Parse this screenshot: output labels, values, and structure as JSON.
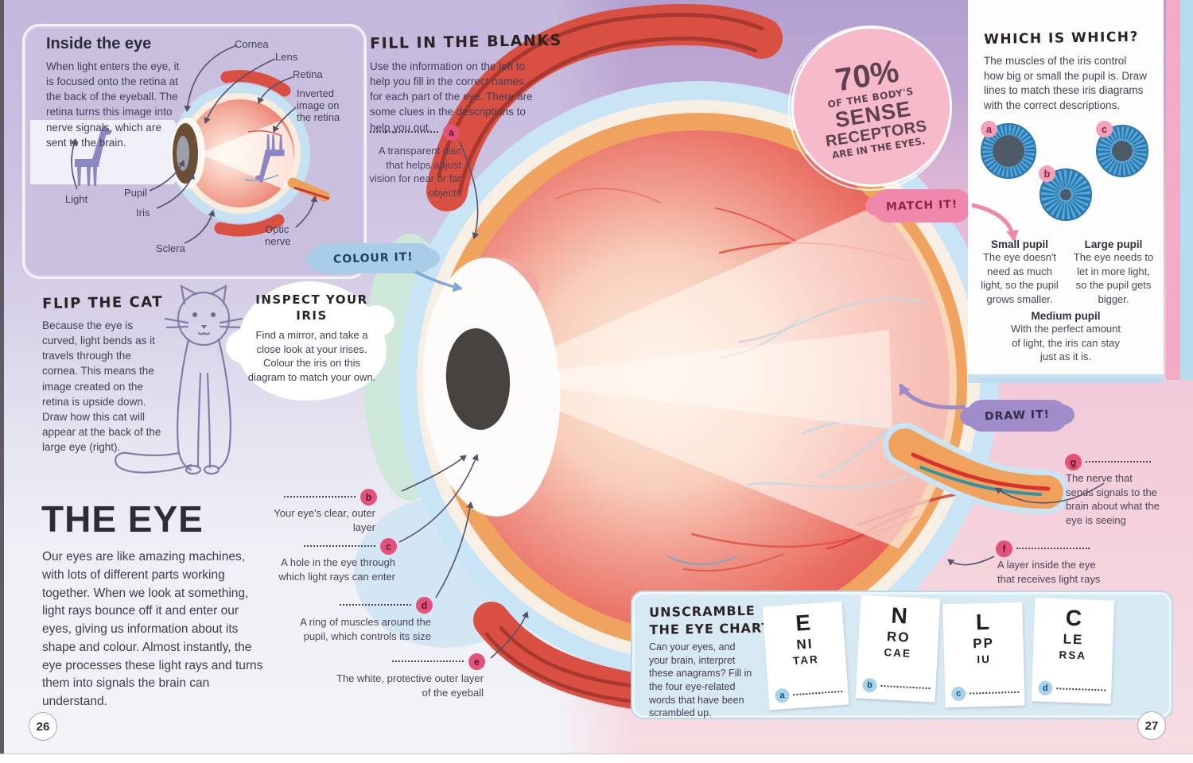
{
  "page": {
    "left_number": "26",
    "right_number": "27"
  },
  "inside_eye": {
    "title": "Inside the eye",
    "body": "When light enters the eye, it is focused onto the retina at the back of the eyeball. The retina turns this image into nerve signals, which are sent to the brain.",
    "labels": {
      "cornea": "Cornea",
      "lens": "Lens",
      "retina": "Retina",
      "inverted": "Inverted image on the retina",
      "light": "Light",
      "pupil": "Pupil",
      "iris": "Iris",
      "sclera": "Sclera",
      "optic_nerve": "Optic nerve"
    }
  },
  "fill_blanks": {
    "title": "FILL IN THE BLANKS",
    "body": "Use the information on the left to help you fill in the correct names for each part of the eye. There are some clues in the descriptions to help you out.",
    "clues": [
      {
        "letter": "a",
        "text": "A transparent disc that helps adjust vision for near or far objects"
      },
      {
        "letter": "b",
        "text": "Your eye's clear, outer layer"
      },
      {
        "letter": "c",
        "text": "A hole in the eye through which light rays can enter"
      },
      {
        "letter": "d",
        "text": "A ring of muscles around the pupil, which controls its size"
      },
      {
        "letter": "e",
        "text": "The white, protective outer layer of the eyeball"
      },
      {
        "letter": "f",
        "text": "A layer inside the eye that receives light rays"
      },
      {
        "letter": "g",
        "text": "The nerve that sends signals to the brain about what the eye is seeing"
      }
    ]
  },
  "colour_it": "COLOUR IT!",
  "inspect_iris": {
    "title": "INSPECT YOUR IRIS",
    "body": "Find a mirror, and take a close look at your irises. Colour the iris on this diagram to match your own."
  },
  "flip_cat": {
    "title": "FLIP THE CAT",
    "body": "Because the eye is curved, light bends as it travels through the cornea. This means the image created on the retina is upside down. Draw how this cat will appear at the back of the large eye (right)."
  },
  "the_eye": {
    "title": "THE EYE",
    "body": "Our eyes are like amazing machines, with lots of different parts working together. When we look at something, light rays bounce off it and enter our eyes, giving us information about its shape and colour. Almost instantly, the eye processes these light rays and turns them into signals the brain can understand."
  },
  "fact_circle": {
    "line1": "70%",
    "line2": "OF THE BODY'S",
    "line3": "SENSE",
    "line4": "RECEPTORS",
    "line5": "ARE IN THE EYES."
  },
  "match_it": "MATCH IT!",
  "draw_it": "DRAW IT!",
  "which_is_which": {
    "title": "WHICH IS WHICH?",
    "body": "The muscles of the iris control how big or small the pupil is. Draw lines to match these iris diagrams with the correct descriptions.",
    "iris_labels": [
      "a",
      "b",
      "c"
    ],
    "descriptions": [
      {
        "title": "Small pupil",
        "text": "The eye doesn't need as much light, so the pupil grows smaller."
      },
      {
        "title": "Large pupil",
        "text": "The eye needs to let in more light, so the pupil gets bigger."
      },
      {
        "title": "Medium pupil",
        "text": "With the perfect amount of light, the iris can stay just as it is."
      }
    ]
  },
  "unscramble": {
    "title": "UNSCRAMBLE THE EYE CHARTS",
    "body": "Can your eyes, and your brain, interpret these anagrams? Fill in the four eye-related words that have been scrambled up.",
    "cards": [
      {
        "letter": "a",
        "lines": [
          "E",
          "NI",
          "TAR"
        ]
      },
      {
        "letter": "b",
        "lines": [
          "N",
          "RO",
          "CAE"
        ]
      },
      {
        "letter": "c",
        "lines": [
          "L",
          "PP",
          "IU"
        ]
      },
      {
        "letter": "d",
        "lines": [
          "C",
          "LE",
          "RSA"
        ]
      }
    ]
  },
  "colors": {
    "page_left": "#cbc2e0",
    "page_right": "#f2c9d8",
    "eye_red": "#e8625a",
    "eye_orange": "#f0a35f",
    "eye_blue": "#c9e4f4",
    "label_pink": "#e2527a",
    "iris_blue": "#3e8ecb",
    "bubble_pink": "#f088ad",
    "bubble_purple": "#a08cc8",
    "bubble_blue": "#a9cce8",
    "fact_pink": "#f6bacb"
  }
}
